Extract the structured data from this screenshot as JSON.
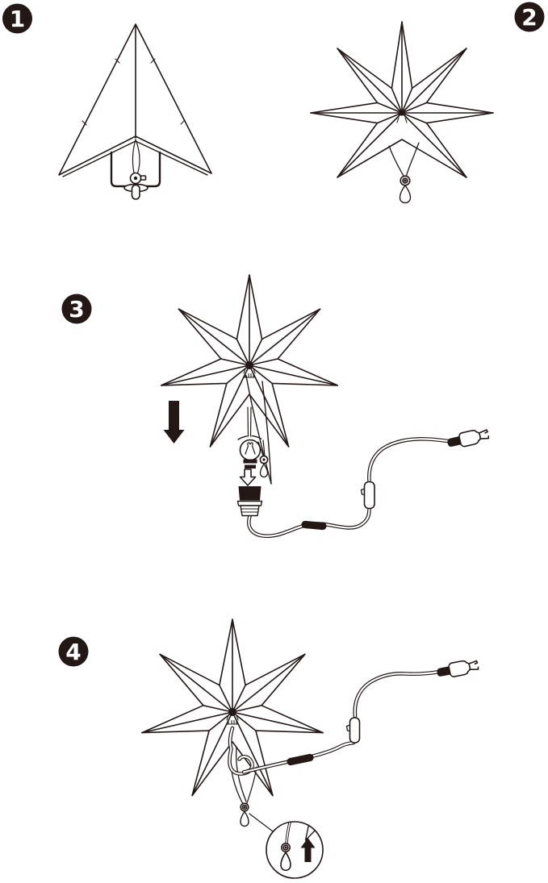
{
  "colors": {
    "ink": "#231815",
    "paper": "#ffffff"
  },
  "steps": [
    {
      "number": "1",
      "figure": "star-folded-flat",
      "parts": [
        "folded-star",
        "mounting-bracket",
        "cord-toggle",
        "wing-fastener"
      ]
    },
    {
      "number": "2",
      "figure": "star-unfolded",
      "parts": [
        "seven-point-star",
        "hanging-cords",
        "cord-toggle"
      ]
    },
    {
      "number": "3",
      "figure": "insert-bulb-into-socket",
      "parts": [
        "seven-point-star",
        "solid-down-arrow",
        "light-bulb",
        "cord-toggle",
        "outline-down-arrow",
        "lamp-socket",
        "power-cord",
        "cable-sleeve",
        "inline-switch",
        "power-plug"
      ]
    },
    {
      "number": "4",
      "figure": "finished-assembly",
      "parts": [
        "seven-point-star",
        "power-cord",
        "cable-sleeve",
        "inline-switch",
        "power-plug",
        "cord-toggle",
        "magnifier-detail",
        "solid-up-arrow"
      ]
    }
  ]
}
